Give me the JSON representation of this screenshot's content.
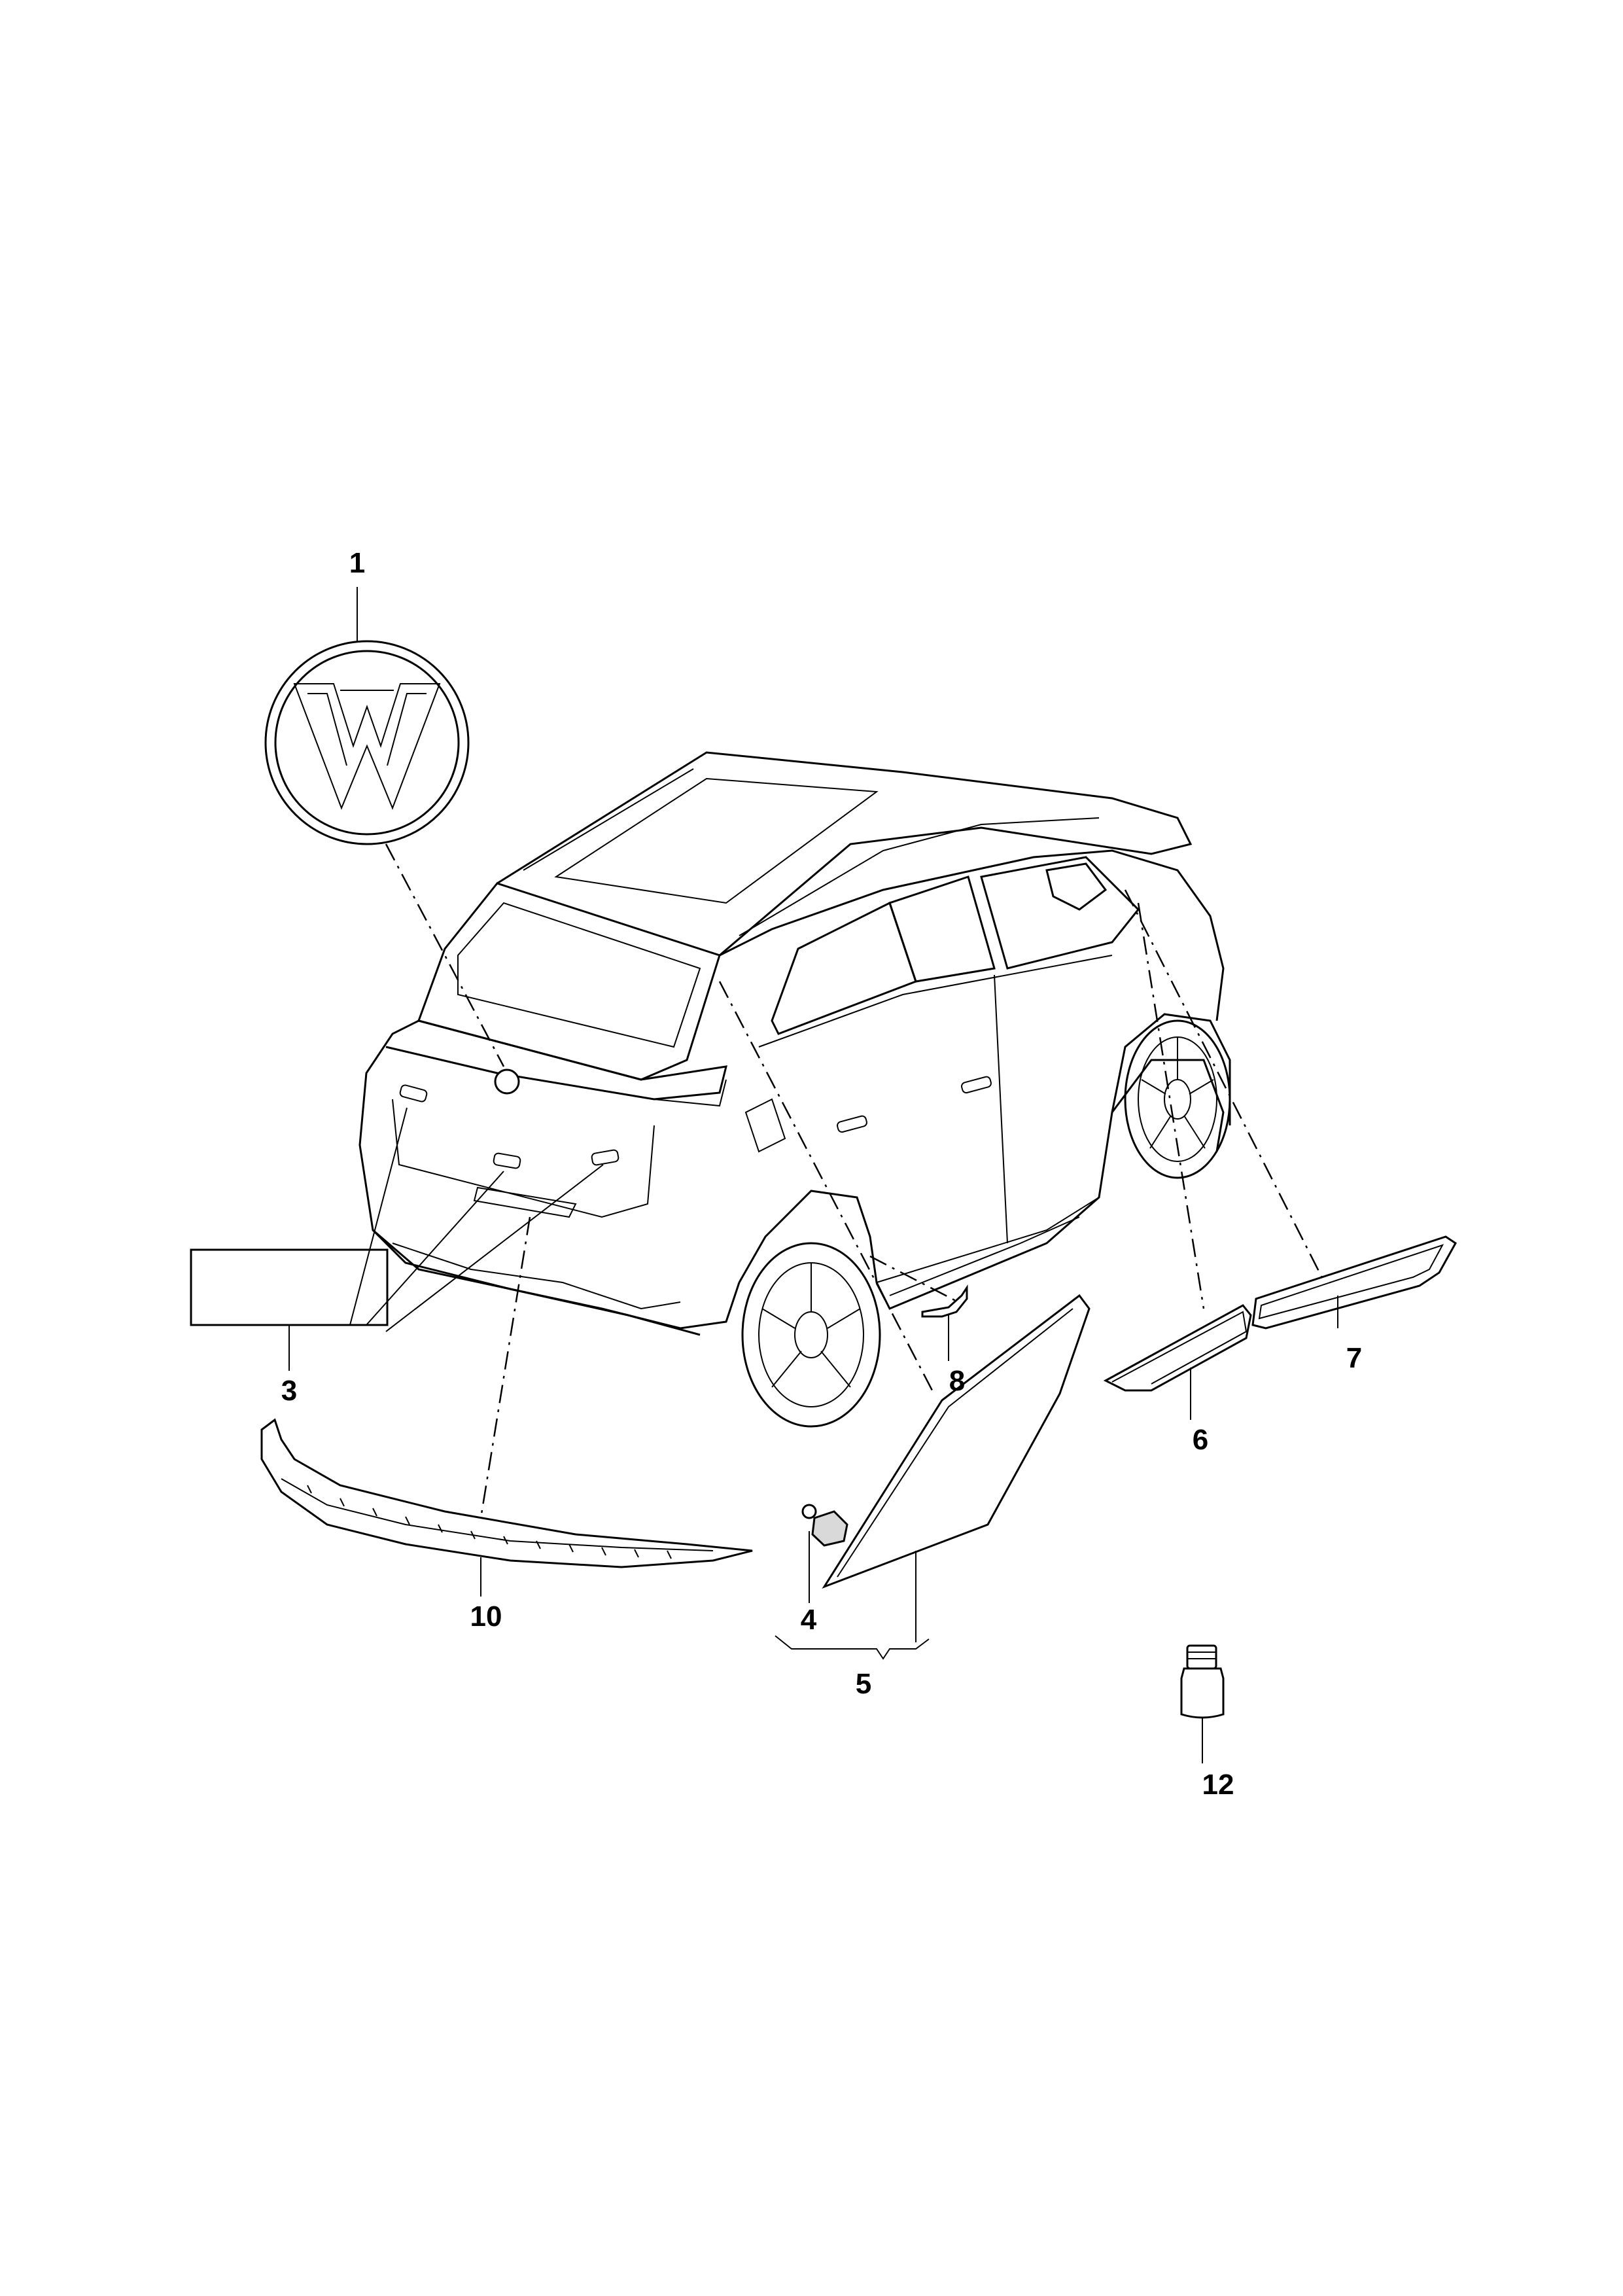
{
  "callouts": [
    {
      "id": "c1",
      "label": "1"
    },
    {
      "id": "c3",
      "label": "3"
    },
    {
      "id": "c4",
      "label": "4"
    },
    {
      "id": "c5",
      "label": "5"
    },
    {
      "id": "c6",
      "label": "6"
    },
    {
      "id": "c7",
      "label": "7"
    },
    {
      "id": "c8",
      "label": "8"
    },
    {
      "id": "c10",
      "label": "10"
    },
    {
      "id": "c12",
      "label": "12"
    }
  ],
  "parts": {
    "emblem": "vw-emblem",
    "label_plate": "label-plate",
    "clip": "clip",
    "side_trim": "side-trim-panel",
    "trim_strip_small": "trim-strip-small",
    "trim_strip_long": "trim-strip-long",
    "small_trim": "small-trim-piece",
    "rear_strip": "rear-bumper-strip",
    "bottle": "paint-bottle"
  },
  "colors": {
    "line": "#000000",
    "background": "#ffffff",
    "shade": "#d9d9d9"
  }
}
